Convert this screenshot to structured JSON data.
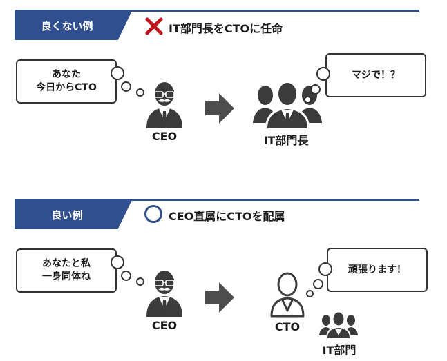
{
  "colors": {
    "accent": "#2f4f8f",
    "bad_mark": "#c0141c",
    "good_mark": "#2f4f8f",
    "figure": "#3b3b3b"
  },
  "bad": {
    "section_label": "良くない例",
    "heading": "IT部門長をCTOに任命",
    "mark_icon": "cross-icon",
    "ceo_bubble": [
      "あなた",
      "今日からCTO"
    ],
    "reply_bubble": "マジで！？",
    "ceo_label": "CEO",
    "target_label": "IT部門長"
  },
  "good": {
    "section_label": "良い例",
    "heading": "CEO直属にCTOを配属",
    "mark_icon": "circle-icon",
    "ceo_bubble": [
      "あなたと私",
      "一身同体ね"
    ],
    "reply_bubble": "頑張ります！",
    "ceo_label": "CEO",
    "cto_label": "CTO",
    "team_label": "IT部門"
  }
}
